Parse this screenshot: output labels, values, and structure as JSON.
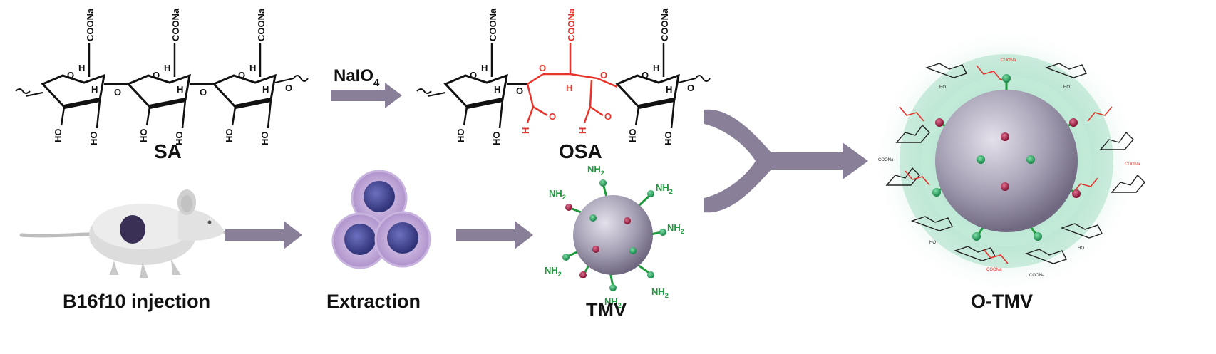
{
  "labels": {
    "sa": "SA",
    "osa": "OSA",
    "tmv": "TMV",
    "otmv": "O-TMV",
    "reagent_main": "NaIO",
    "reagent_sub": "4",
    "injection": "B16f10 injection",
    "extraction": "Extraction"
  },
  "chem": {
    "coona": "COONa",
    "ho": "HO",
    "h": "H",
    "o": "O",
    "nh2_main": "NH",
    "nh2_sub": "2"
  },
  "colors": {
    "arrow": "#8a7f98",
    "oxidized": "#e8322a",
    "amine": "#1f9a3c",
    "particle": "#9f98ad",
    "cell": "#b89ad6",
    "nucleus": "#4a4a9a",
    "tumor": "#3a2f55",
    "halo": "#7fcfb0"
  }
}
